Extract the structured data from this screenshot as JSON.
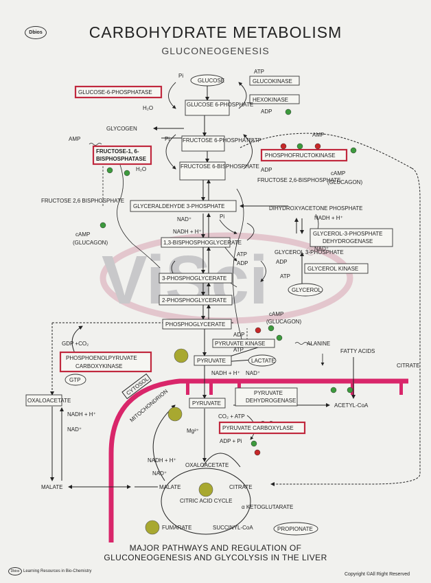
{
  "header": {
    "logo": "Dbios",
    "title": "CARBOHYDRATE METABOLISM",
    "subtitle": "GLUCONEOGENESIS"
  },
  "watermark": {
    "text": "ViSci",
    "registered": "®"
  },
  "metabolites": {
    "glucose": "GLUCOSE",
    "g6p": "GLUCOSE 6-PHOSPHATE",
    "glycogen": "GLYCOGEN",
    "f6p": "FRUCTOSE 6-PHOSPHATE",
    "f16bp": "FRUCTOSE 6-BISPHOSPHATE",
    "f26bp_right": "FRUCTOSE 2,6-BISPHOSPHATE",
    "f26bp_left": "FRUCTOSE 2,6 BISPHOSPHATE",
    "gap": "GLYCERALDEHYDE 3-PHOSPHATE",
    "dhap": "DIHYDROXYACETONE PHOSPHATE",
    "g3p": "GLYCEROL 3-PHOSPHATE",
    "glycerol": "GLYCEROL",
    "bpg": "1,3-BISPHOSPHOGLYCERATE",
    "pg3": "3-PHOSPHOGLYCERATE",
    "pg2": "2-PHOSPHOGLYCERATE",
    "pep": "PHOSPHOGLYCERATE",
    "pyruvate": "PYRUVATE",
    "pyruvate_mito": "PYRUVATE",
    "lactate": "LACTATE",
    "alanine": "ALANINE",
    "fatty_acids": "FATTY ACIDS",
    "acetyl_coa": "ACETYL-CoA",
    "citrate_cyto": "CITRATE",
    "citrate_mito": "CITRATE",
    "oxaloacetate_cyto": "OXALOACETATE",
    "oxaloacetate_mito": "OXALOACETATE",
    "malate_cyto": "MALATE",
    "malate_mito": "MALATE",
    "fumarate": "FUMARATE",
    "succinyl_coa": "SUCCINYL-CoA",
    "propionate": "PROPIONATE",
    "alpha_kg": "α KETOGLUTARATE",
    "tca": "CITRIC ACID CYCLE"
  },
  "enzymes": {
    "g6pase": "GLUCOSE-6-PHOSPHATASE",
    "glucokinase": "GLUCOKINASE",
    "hexokinase": "HEXOKINASE",
    "fbpase_1": "FRUCTOSE-1, 6-",
    "fbpase_2": "BISPHOSPHATASE",
    "pfk": "PHOSPHOFRUCTOKINASE",
    "g3pdh_1": "GLYCEROL-3-PHOSPHATE",
    "g3pdh_2": "DEHYDROGENASE",
    "glycerol_kinase": "GLYCEROL KINASE",
    "pyruvate_kinase": "PYRUVATE KINASE",
    "pepck_1": "PHOSPHOENOLPYRUVATE",
    "pepck_2": "CARBOXYKINASE",
    "pdh_1": "PYRUVATE",
    "pdh_2": "DEHYDROGENASE",
    "pc": "PYRUVATE CARBOXYLASE"
  },
  "cofactors": {
    "pi": "Pi",
    "h2o": "H₂O",
    "atp": "ATP",
    "adp": "ADP",
    "amp": "AMP",
    "nad": "NAD⁺",
    "nadh": "NADH + H⁺",
    "camp": "cAMP",
    "glucagon": "(GLUCAGON)",
    "gtp": "GTP",
    "gdp": "GDP +CO₂",
    "co2_atp": "CO₂ + ATP",
    "adp_pi": "ADP + Pi",
    "mg": "Mg²⁺"
  },
  "compartments": {
    "cytosol": "CYTOSOL",
    "mitochondrion": "MITOCHONDRION"
  },
  "caption": {
    "line1": "MAJOR PATHWAYS AND REGULATION OF",
    "line2": "GLUCONEOGENESIS AND GLYCOLYSIS IN THE LIVER"
  },
  "footer": {
    "left": "Learning Resources in Bio-Chemistry",
    "right": "Copyright ©All Right Reserved"
  },
  "colors": {
    "enzyme_box": "#c0283d",
    "membrane": "#d9266a",
    "activator": "#3d9a3d",
    "inhibitor": "#c62828",
    "carrier": "#a8a830"
  }
}
